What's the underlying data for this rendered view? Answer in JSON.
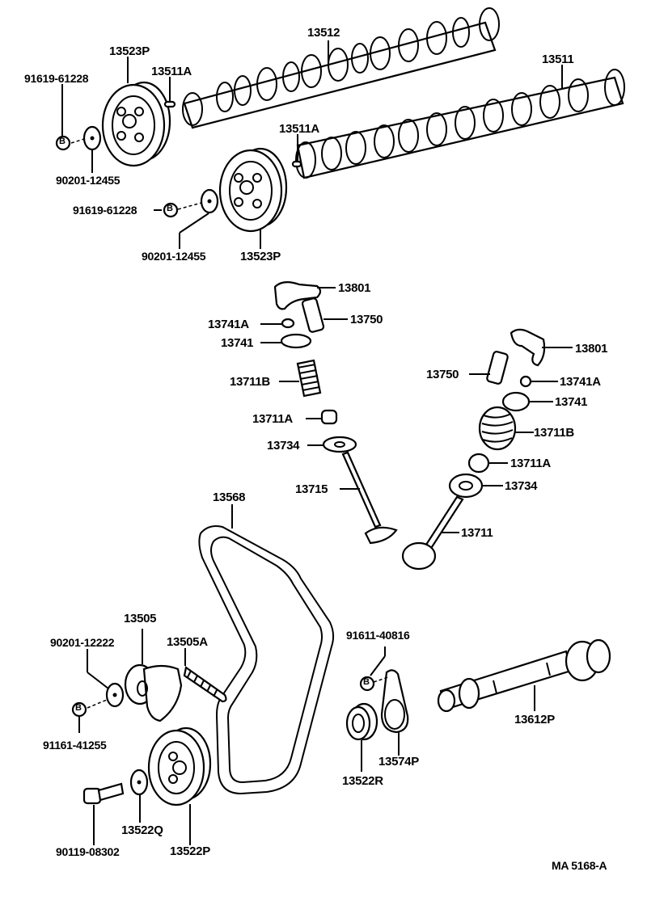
{
  "diagram": {
    "title_code": "MA  5168-A",
    "symbol_b": "B",
    "labels": {
      "p13512": "13512",
      "p13511": "13511",
      "p13523P_top": "13523P",
      "p13523P_bot": "13523P",
      "p13511A_top": "13511A",
      "p13511A_mid": "13511A",
      "p91619_top": "91619-61228",
      "p91619_mid": "91619-61228",
      "p90201_top": "90201-12455",
      "p90201_mid": "90201-12455",
      "p13801_l": "13801",
      "p13750_l": "13750",
      "p13741A_l": "13741A",
      "p13741_l": "13741",
      "p13711B_l": "13711B",
      "p13711A_l": "13711A",
      "p13734_l": "13734",
      "p13715": "13715",
      "p13801_r": "13801",
      "p13750_r": "13750",
      "p13741A_r": "13741A",
      "p13741_r": "13741",
      "p13711B_r": "13711B",
      "p13711A_r": "13711A",
      "p13734_r": "13734",
      "p13711": "13711",
      "p13568": "13568",
      "p13505": "13505",
      "p13505A": "13505A",
      "p90201_12222": "90201-12222",
      "p91161_41255": "91161-41255",
      "p90119_08302": "90119-08302",
      "p13522Q": "13522Q",
      "p13522P": "13522P",
      "p91611_40816": "91611-40816",
      "p13522R": "13522R",
      "p13574P": "13574P",
      "p13612P": "13612P"
    }
  }
}
